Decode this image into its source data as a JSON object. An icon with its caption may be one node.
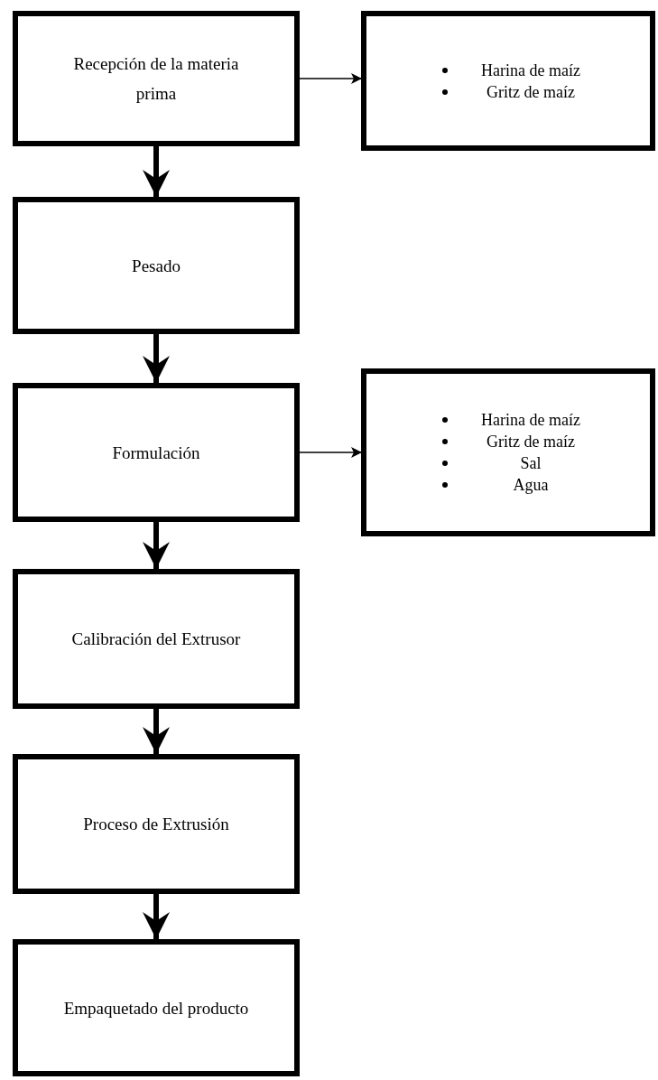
{
  "diagram": {
    "nodes": [
      {
        "text": [
          "Recepción de la materia prima"
        ]
      },
      {
        "text": [
          "Harina de maíz",
          "Gritz de maíz"
        ]
      },
      {
        "text": [
          "Pesado"
        ]
      },
      {
        "text": [
          "Formulación"
        ]
      },
      {
        "text": [
          "Harina de maíz",
          "Gritz de maíz",
          "Sal",
          "Agua"
        ]
      },
      {
        "text": [
          "Calibración del Extrusor"
        ]
      },
      {
        "text": [
          "Proceso de Extrusión"
        ]
      },
      {
        "text": [
          "Empaquetado del producto"
        ]
      }
    ],
    "edges": [
      {
        "from": 0,
        "to": 1,
        "arrow": "to"
      },
      {
        "from": 0,
        "to": 2,
        "arrow": "to"
      },
      {
        "from": 2,
        "to": 3,
        "arrow": "to"
      },
      {
        "from": 3,
        "to": 4,
        "arrow": "to"
      },
      {
        "from": 3,
        "to": 5,
        "arrow": "to"
      },
      {
        "from": 5,
        "to": 6,
        "arrow": "to"
      },
      {
        "from": 6,
        "to": 7,
        "arrow": "to"
      }
    ]
  }
}
